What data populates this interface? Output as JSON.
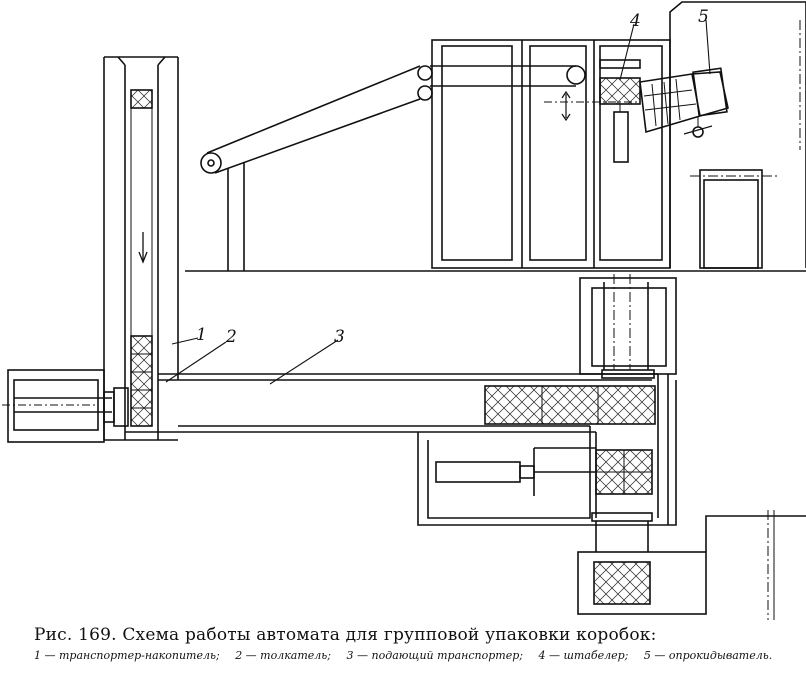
{
  "figure": {
    "title": "Рис. 169. Схема работы автомата для групповой упаковки коробок:",
    "labels": [
      "1",
      "2",
      "3",
      "4",
      "5"
    ],
    "legend": [
      {
        "num": "1",
        "text": " — транспортер-накопитель;"
      },
      {
        "num": "2",
        "text": " — толкатель;"
      },
      {
        "num": "3",
        "text": " — подающий транспортер;"
      },
      {
        "num": "4",
        "text": " — штабелер;"
      },
      {
        "num": "5",
        "text": " — опрокидыватель."
      }
    ]
  }
}
